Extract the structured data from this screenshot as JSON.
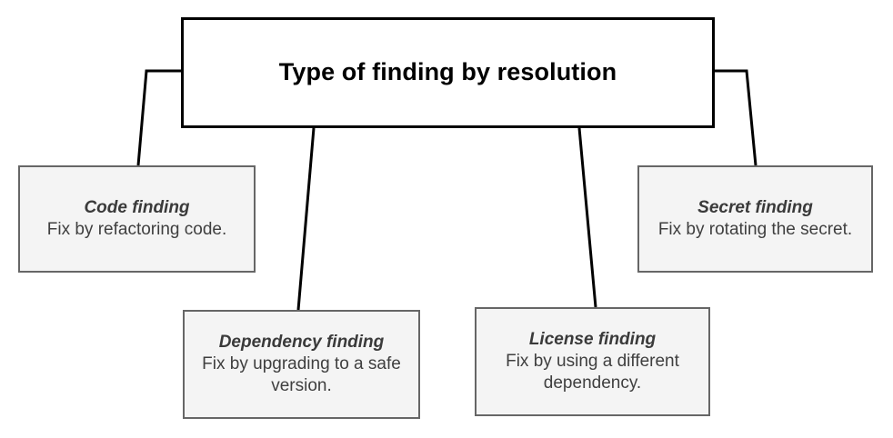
{
  "diagram": {
    "type": "tree-diagram",
    "root": {
      "title": "Type of finding by resolution"
    },
    "nodes": [
      {
        "id": "code-finding",
        "title": "Code finding",
        "description": "Fix by refactoring code."
      },
      {
        "id": "dependency-finding",
        "title": "Dependency finding",
        "description": "Fix by upgrading to a safe version."
      },
      {
        "id": "license-finding",
        "title": "License finding",
        "description": "Fix by using a different dependency."
      },
      {
        "id": "secret-finding",
        "title": "Secret finding",
        "description": "Fix by rotating the secret."
      }
    ],
    "colors": {
      "root_fill": "#ffffff",
      "root_border": "#000000",
      "leaf_fill": "#f4f4f4",
      "leaf_border": "#666666",
      "connector": "#000000",
      "title_text": "#3a3a3a",
      "body_text": "#3f3f3f",
      "root_text": "#000000"
    }
  }
}
